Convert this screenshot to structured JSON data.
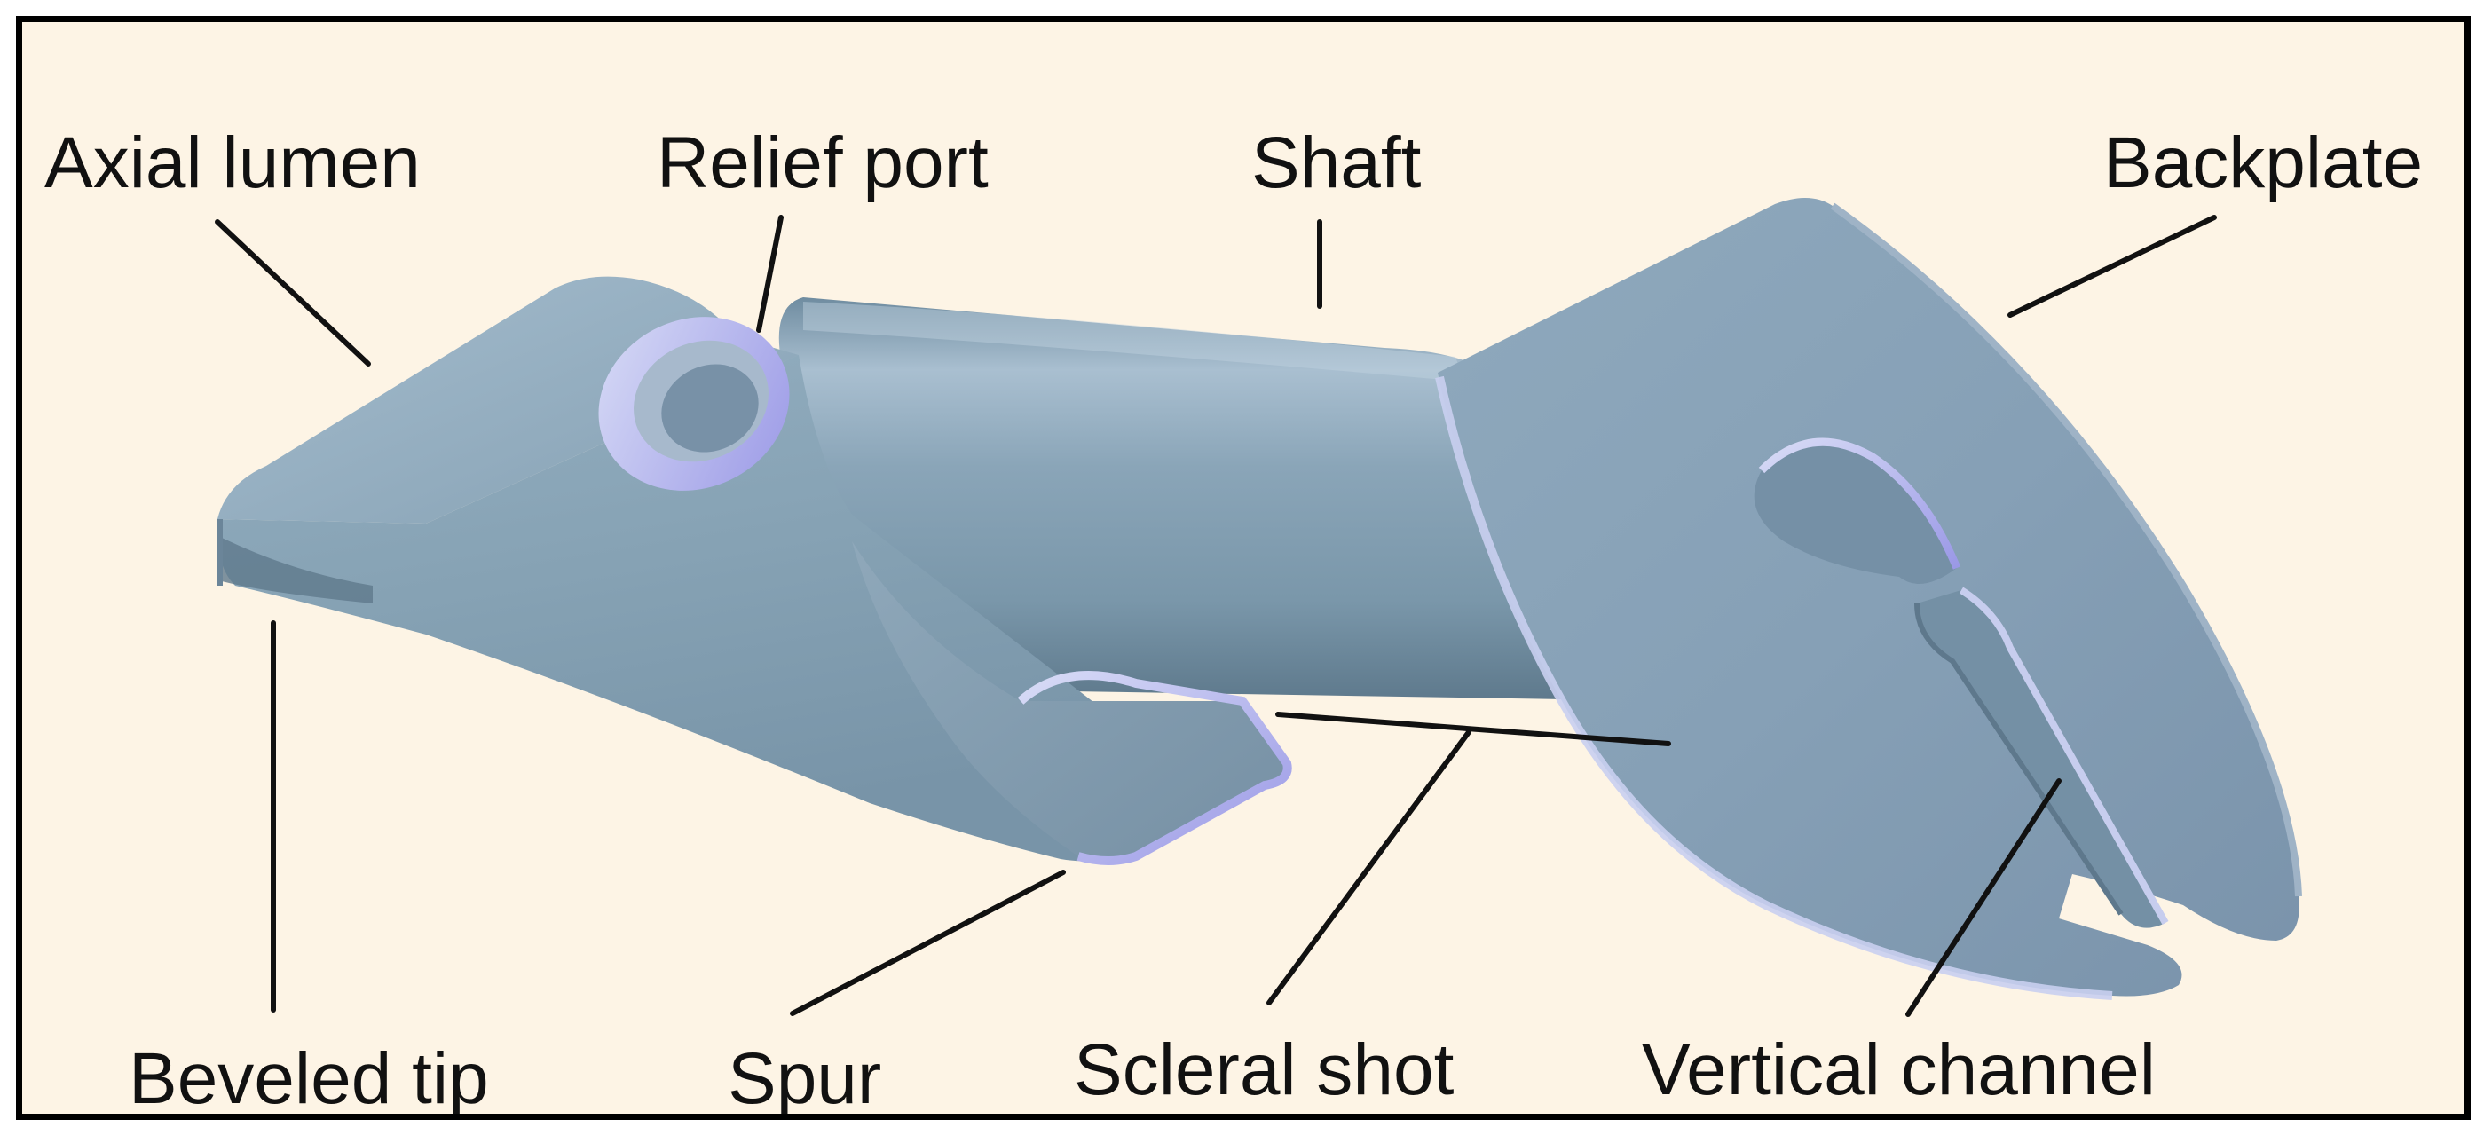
{
  "colors": {
    "background": "#fdf4e5",
    "frame": "#000000",
    "part_base": "#7f9db0",
    "part_highlight": "#c5d3e4",
    "part_shadow": "#5c7689",
    "rim_highlight": "#a8a6ec",
    "leader_line": "#111111",
    "label_text": "#111111"
  },
  "labels": {
    "axial_lumen": "Axial lumen",
    "relief_port": "Relief port",
    "shaft": "Shaft",
    "backplate": "Backplate",
    "beveled_tip": "Beveled tip",
    "spur": "Spur",
    "scleral_shot": "Scleral shot",
    "vertical_channel": "Vertical channel"
  }
}
